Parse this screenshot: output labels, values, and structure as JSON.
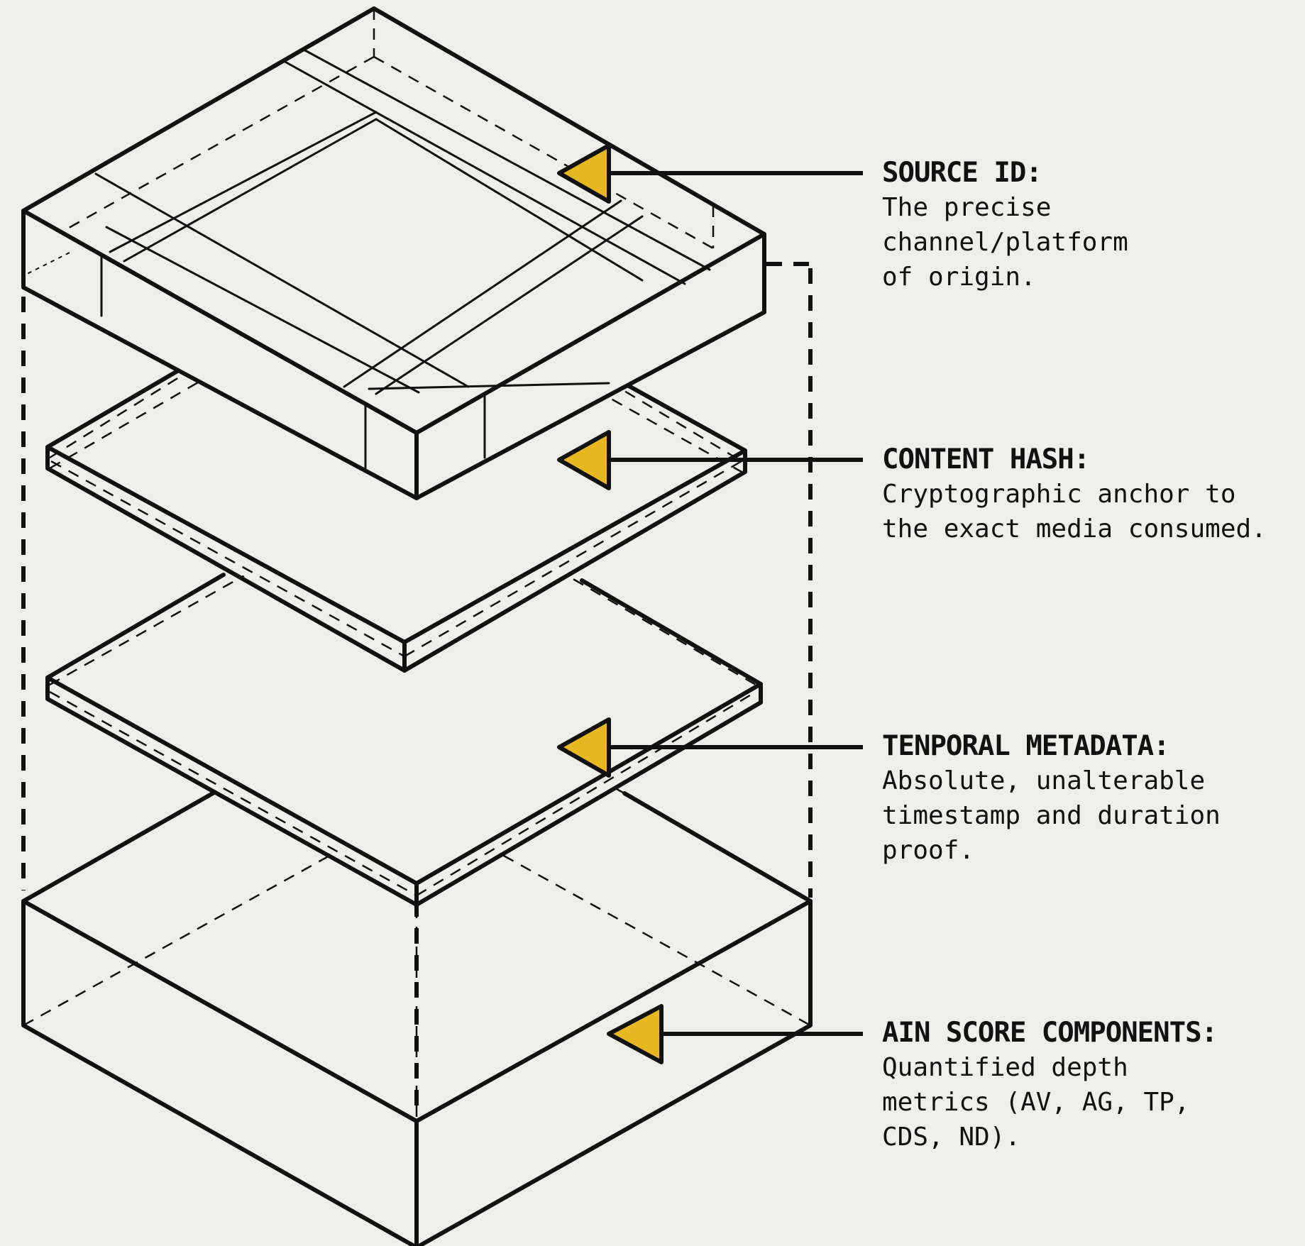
{
  "accent_color": "#e8b823",
  "line_color": "#111111",
  "background_color": "#eeeeeb",
  "layers": [
    {
      "label": "SOURCE ID:",
      "description_lines": [
        "The precise",
        "channel/platform",
        "of origin."
      ]
    },
    {
      "label": "CONTENT HASH:",
      "description_lines": [
        "Cryptographic anchor to",
        "the exact media consumed."
      ]
    },
    {
      "label": "TENPORAL METADATA:",
      "description_lines": [
        "Absolute, unalterable",
        "timestamp and duration",
        "proof."
      ]
    },
    {
      "label": "AIN SCORE COMPONENTS:",
      "description_lines": [
        "Quantified depth",
        "metrics (AV, AG, TP,",
        "CDS, ND)."
      ]
    }
  ],
  "icons": [
    "triangle-marker-icon"
  ]
}
